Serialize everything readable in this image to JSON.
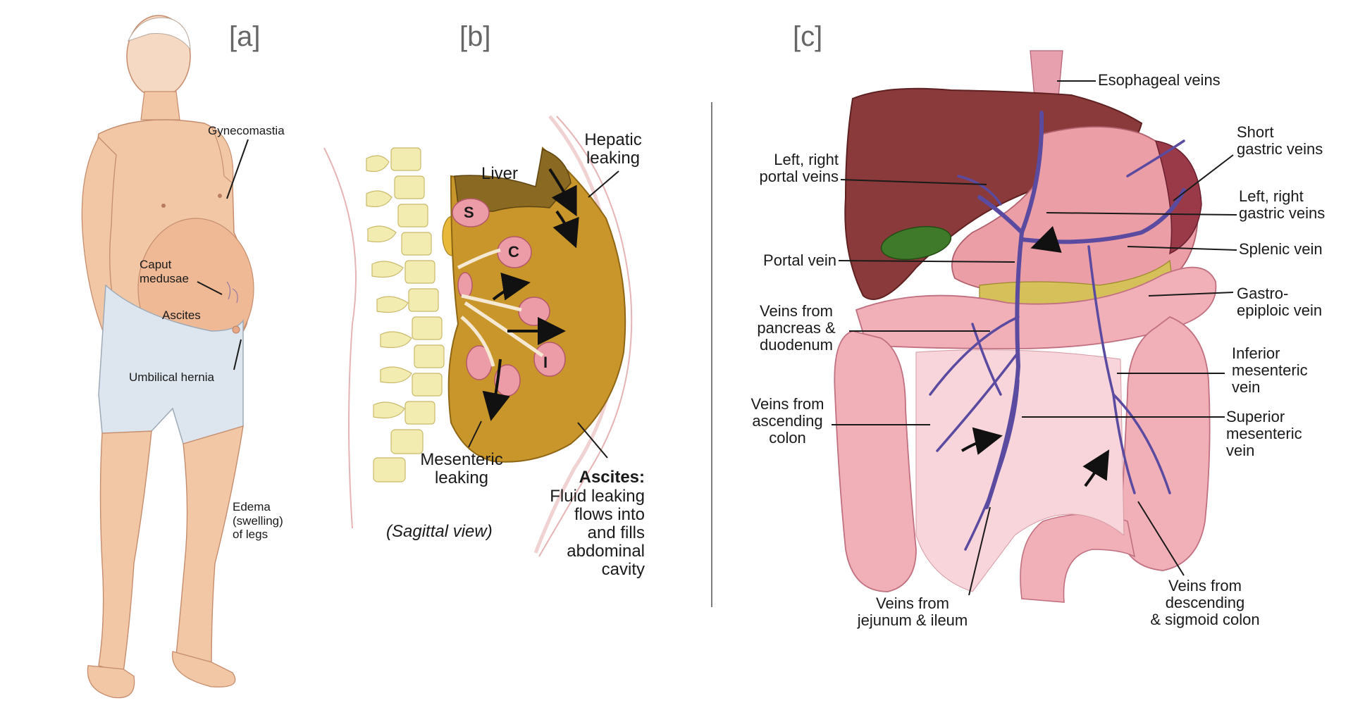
{
  "panels": {
    "a": {
      "letter": "[a]",
      "labels": {
        "gynecomastia": "Gynecomastia",
        "caput_medusae": "Caput\nmedusae",
        "ascites": "Ascites",
        "umbilical_hernia": "Umbilical hernia",
        "edema": "Edema\n(swelling)\nof legs"
      }
    },
    "b": {
      "letter": "[b]",
      "labels": {
        "liver": "Liver",
        "hepatic_leaking": "Hepatic\nleaking",
        "s": "S",
        "c": "C",
        "i": "I",
        "mesenteric_leaking": "Mesenteric\nleaking",
        "sagittal_view": "(Sagittal view)",
        "ascites_title": "Ascites:",
        "ascites_desc": "Fluid leaking\nflows into\nand fills\nabdominal\ncavity"
      }
    },
    "c": {
      "letter": "[c]",
      "labels": {
        "esophageal_veins": "Esophageal veins",
        "short_gastric_veins": "Short\ngastric veins",
        "left_right_portal_veins": "Left, right\nportal veins",
        "left_right_gastric_veins": "Left, right\ngastric veins",
        "splenic_vein": "Splenic vein",
        "portal_vein": "Portal vein",
        "gastroepiploic_vein": "Gastro-\nepiploic vein",
        "veins_pancreas": "Veins from\npancreas &\nduodenum",
        "inferior_mesenteric_vein": "Inferior\nmesenteric\nvein",
        "veins_ascending_colon": "Veins from\nascending\ncolon",
        "superior_mesenteric_vein": "Superior\nmesenteric\nvein",
        "veins_jejunum": "Veins from\njejunum & ileum",
        "veins_descending": "Veins from\ndescending\n& sigmoid colon"
      }
    }
  },
  "colors": {
    "skin": "#f2c7a5",
    "shorts": "#dde6ee",
    "liver": "#8a3a3a",
    "fluid": "#c8962a",
    "intestine": "#ec9ca6",
    "vein": "#5a4aa0",
    "bone": "#f3ecb0",
    "gallbladder": "#3f7a2a"
  }
}
